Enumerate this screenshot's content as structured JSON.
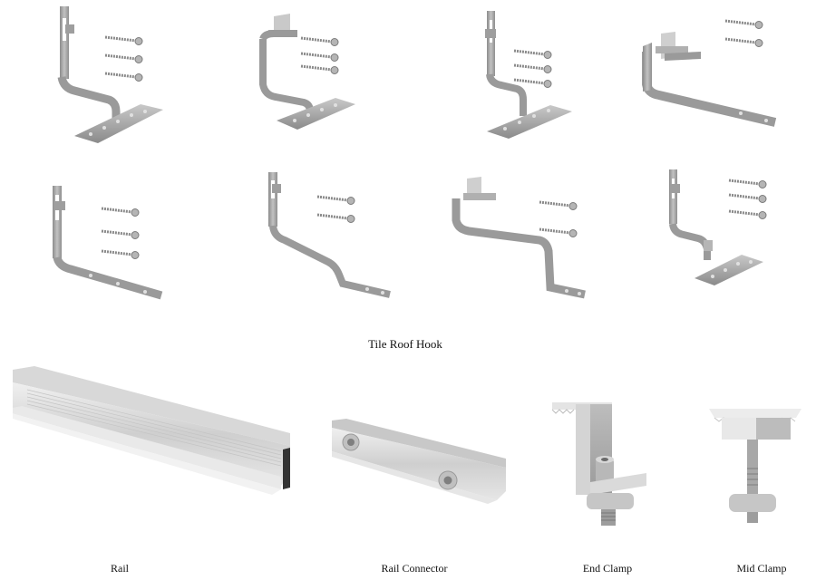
{
  "sections": {
    "tile_roof_hook": {
      "title": "Tile Roof Hook",
      "hooks": [
        {
          "id": 1,
          "screws": 3
        },
        {
          "id": 2,
          "screws": 3
        },
        {
          "id": 3,
          "screws": 3
        },
        {
          "id": 4,
          "screws": 2
        },
        {
          "id": 5,
          "screws": 3
        },
        {
          "id": 6,
          "screws": 2
        },
        {
          "id": 7,
          "screws": 2
        },
        {
          "id": 8,
          "screws": 3
        }
      ]
    },
    "components": [
      {
        "label": "Rail"
      },
      {
        "label": "Rail Connector"
      },
      {
        "label": "End Clamp"
      },
      {
        "label": "Mid Clamp"
      }
    ]
  },
  "colors": {
    "steel": "#a8a8a8",
    "steel_dark": "#7d7d7d",
    "aluminum": "#d4d4d4",
    "aluminum_light": "#ececec",
    "background": "#ffffff"
  }
}
